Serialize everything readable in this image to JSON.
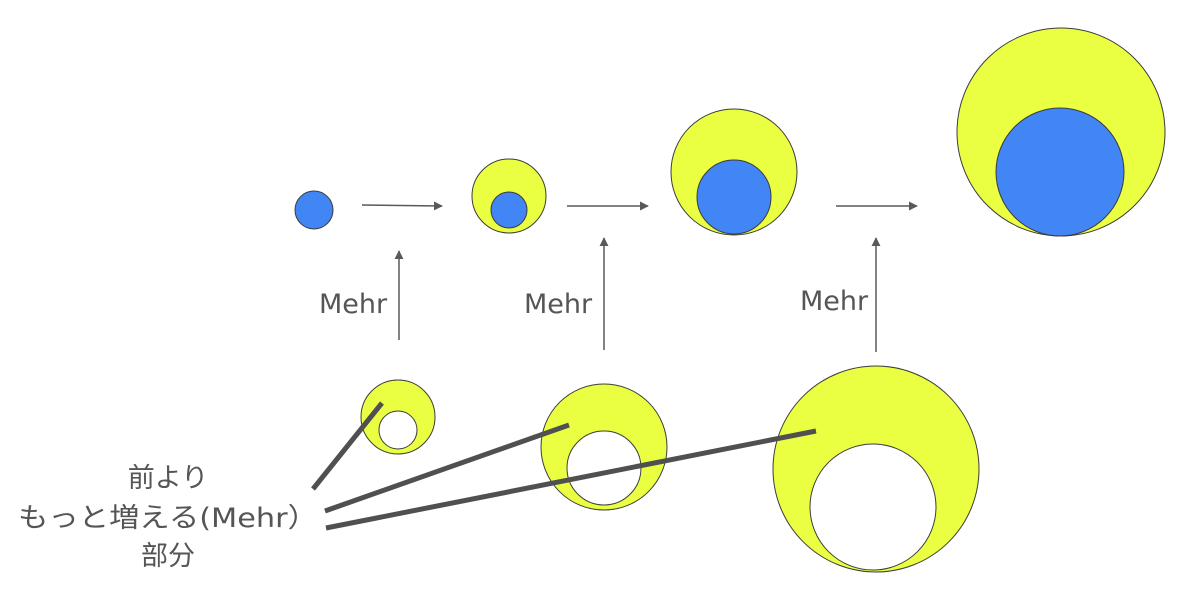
{
  "labels": {
    "mehr": "Mehr",
    "annotation_line1": "前より",
    "annotation_line2": "もっと増える(Mehr）",
    "annotation_line3": "部分"
  },
  "colors": {
    "outer_fill": "#ebff42",
    "inner_fill": "#4285f4",
    "hole_fill": "#ffffff",
    "outline": "#3c3c3c",
    "arrow": "#595959",
    "pointer_line": "#505050",
    "text": "#555555"
  }
}
